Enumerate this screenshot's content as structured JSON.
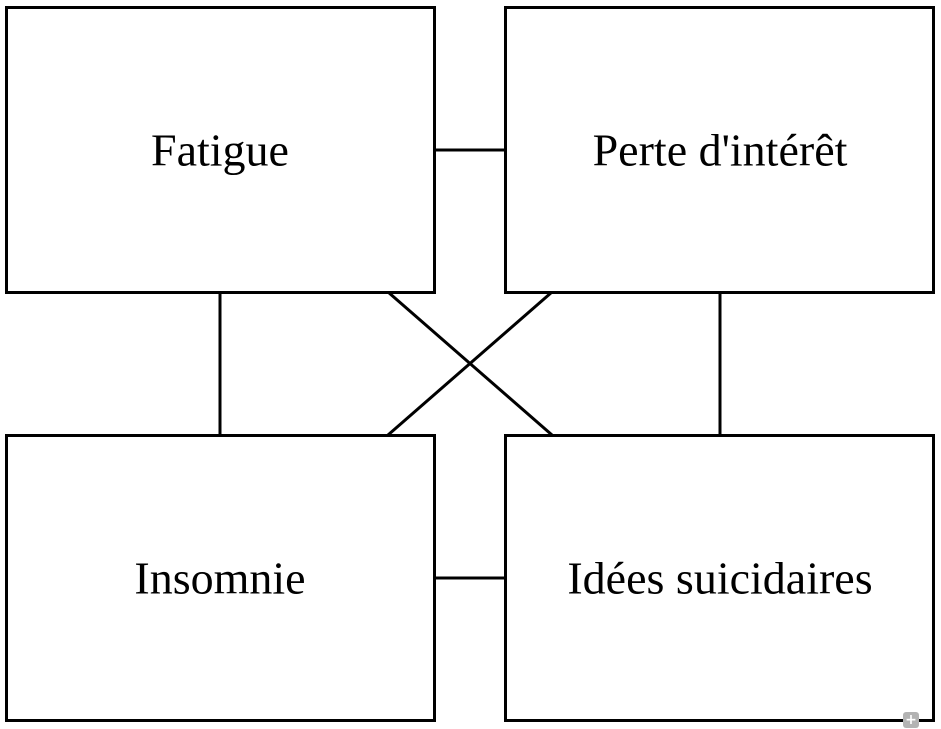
{
  "diagram": {
    "nodes": [
      {
        "id": "fatigue",
        "label": "Fatigue"
      },
      {
        "id": "perte-interet",
        "label": "Perte d'intérêt"
      },
      {
        "id": "insomnie",
        "label": "Insomnie"
      },
      {
        "id": "idees-suicidaires",
        "label": "Idées suicidaires"
      }
    ],
    "edges": [
      {
        "from": "fatigue",
        "to": "perte-interet"
      },
      {
        "from": "fatigue",
        "to": "insomnie"
      },
      {
        "from": "fatigue",
        "to": "idees-suicidaires"
      },
      {
        "from": "perte-interet",
        "to": "insomnie"
      },
      {
        "from": "perte-interet",
        "to": "idees-suicidaires"
      },
      {
        "from": "insomnie",
        "to": "idees-suicidaires"
      }
    ],
    "stroke_color": "#000000",
    "fill_color": "#ffffff"
  },
  "controls": {
    "expand_icon": "plus-icon",
    "expand_glyph": "+"
  }
}
